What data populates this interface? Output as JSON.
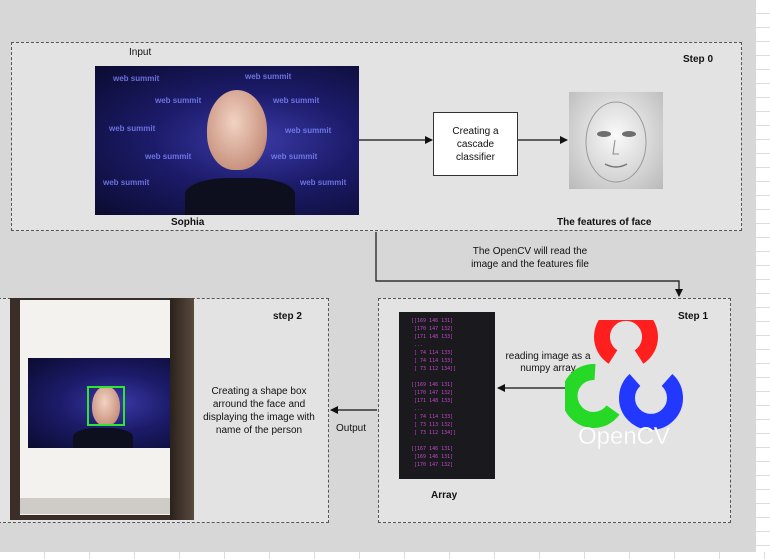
{
  "step0": {
    "title": "Step 0",
    "input_label": "Input",
    "photo_caption": "Sophia",
    "banner_text": "web summit",
    "process_box": "Creating a cascade classifier",
    "output_caption": "The features of face"
  },
  "transition": {
    "text": "The OpenCV will read the image and the features file"
  },
  "step1": {
    "title": "Step 1",
    "arrow_label": "reading image as a numpy array",
    "array_caption": "Array",
    "array_lines": [
      "[[169 146 131]",
      " [170 147 132]",
      " [171 148 133]",
      " ...",
      " [ 74 114 133]",
      " [ 74 114 133]",
      " [ 73 112 134]]",
      "",
      "[[169 146 131]",
      " [170 147 132]",
      " [171 148 133]",
      " ...",
      " [ 74 114 133]",
      " [ 73 113 132]",
      " [ 73 112 134]]",
      "",
      "[[167 146 131]",
      " [169 146 131]",
      " [170 147 132]"
    ],
    "logo_text": "OpenCV",
    "logo_colors": {
      "red": "#ff1f1f",
      "green": "#26d926",
      "blue": "#2238ff"
    }
  },
  "step2": {
    "title": "step 2",
    "description": "Creating a shape box arround the face and displaying the image  with name of the person",
    "arrow_label": "Output",
    "box_color": "#2ee62e"
  }
}
